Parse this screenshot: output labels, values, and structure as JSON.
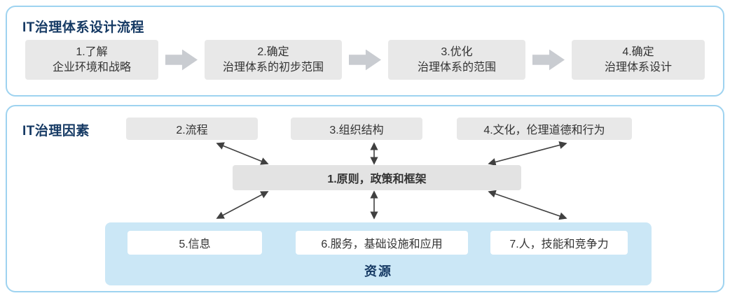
{
  "colors": {
    "panel_border": "#9ed3f0",
    "title": "#163a64",
    "box_bg": "#e8e8e8",
    "flow_arrow": "#c9ccd1",
    "resource_bg": "#cbe7f6",
    "connector": "#404040"
  },
  "flow_panel": {
    "title": "IT治理体系设计流程",
    "steps": [
      {
        "line1": "1.了解",
        "line2": "企业环境和战略"
      },
      {
        "line1": "2.确定",
        "line2": "治理体系的初步范围"
      },
      {
        "line1": "3.优化",
        "line2": "治理体系的范围"
      },
      {
        "line1": "4.确定",
        "line2": "治理体系设计"
      }
    ]
  },
  "factors_panel": {
    "title": "IT治理因素",
    "factor_boxes": [
      "2.流程",
      "3.组织结构",
      "4.文化，伦理道德和行为"
    ],
    "center_box": "1.原则，政策和框架",
    "resources": {
      "boxes": [
        "5.信息",
        "6.服务，基础设施和应用",
        "7.人，技能和竞争力"
      ],
      "label": "资源"
    }
  }
}
